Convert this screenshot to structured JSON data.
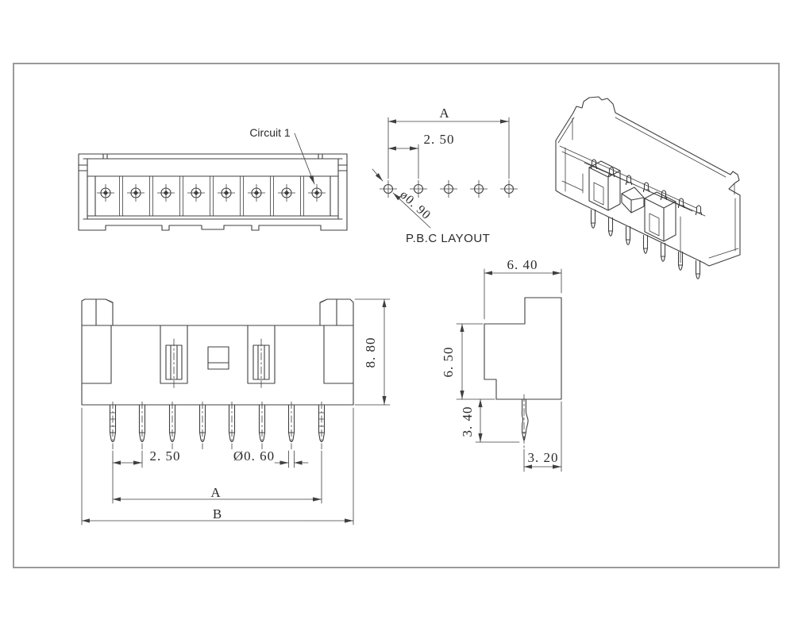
{
  "drawing": {
    "front_view": {
      "circuit_label": "Circuit 1",
      "circuit_count": 8
    },
    "pcb_layout": {
      "title": "P.B.C LAYOUT",
      "span_label": "A",
      "pitch": "2. 50",
      "hole_diameter": "ø0. 90",
      "hole_count": 5
    },
    "rear_view": {
      "pitch": "2. 50",
      "pin_diameter": "Ø0. 60",
      "span_label": "A",
      "overall_label": "B",
      "height": "8. 80",
      "pin_count": 8
    },
    "side_view": {
      "width": "6. 40",
      "body_height": "6. 50",
      "pin_length": "3. 40",
      "pin_offset": "3. 20"
    }
  },
  "colors": {
    "line": "#3f3f3f",
    "frame": "#9a9a9a",
    "text": "#2b2b2b"
  }
}
